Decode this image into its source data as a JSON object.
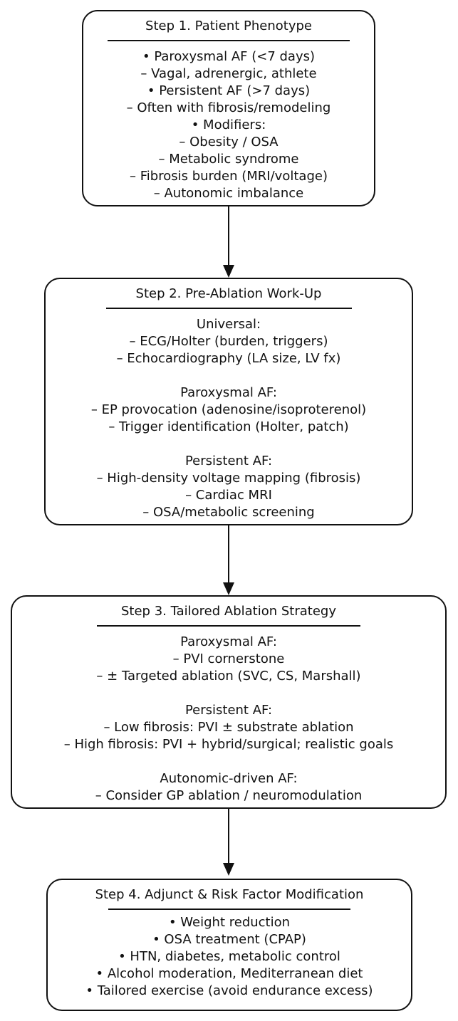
{
  "step1": {
    "title": "Step 1. Patient Phenotype",
    "lines": [
      "• Paroxysmal AF (<7 days)",
      "– Vagal, adrenergic, athlete",
      "• Persistent AF (>7 days)",
      "– Often with fibrosis/remodeling",
      "• Modifiers:",
      "– Obesity / OSA",
      "– Metabolic syndrome",
      "– Fibrosis burden (MRI/voltage)",
      "– Autonomic imbalance"
    ]
  },
  "step2": {
    "title": "Step 2. Pre-Ablation Work-Up",
    "lines": [
      "Universal:",
      "– ECG/Holter (burden, triggers)",
      "– Echocardiography (LA size, LV fx)",
      "",
      "Paroxysmal AF:",
      "– EP provocation (adenosine/isoproterenol)",
      "– Trigger identification (Holter, patch)",
      "",
      "Persistent AF:",
      "– High-density voltage mapping (fibrosis)",
      "– Cardiac MRI",
      "– OSA/metabolic screening"
    ]
  },
  "step3": {
    "title": "Step 3. Tailored Ablation Strategy",
    "lines": [
      "Paroxysmal AF:",
      "– PVI cornerstone",
      "– ± Targeted ablation (SVC, CS, Marshall)",
      "",
      "Persistent AF:",
      "– Low fibrosis: PVI ± substrate ablation",
      "– High fibrosis: PVI + hybrid/surgical; realistic goals",
      "",
      "Autonomic-driven AF:",
      "– Consider GP ablation / neuromodulation"
    ]
  },
  "step4": {
    "title": "Step 4. Adjunct & Risk Factor Modification",
    "lines": [
      "• Weight reduction",
      "• OSA treatment (CPAP)",
      "• HTN, diabetes, metabolic control",
      "• Alcohol moderation, Mediterranean diet",
      "• Tailored exercise (avoid endurance excess)"
    ]
  }
}
